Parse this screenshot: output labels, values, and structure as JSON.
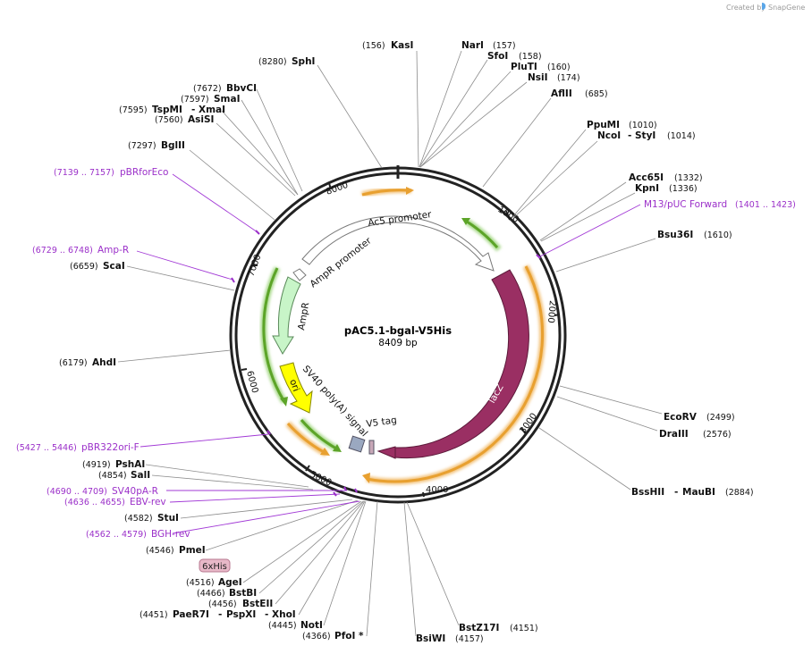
{
  "brand": {
    "created_by": "Created by",
    "product": "SnapGene"
  },
  "plasmid": {
    "name": "pAC5.1-bgal-V5His",
    "size": "8409 bp"
  },
  "ticks": [
    "1000",
    "2000",
    "3000",
    "4000",
    "5000",
    "6000",
    "7000",
    "8000"
  ],
  "features": {
    "ac5": "Ac5 promoter",
    "ampr_promoter": "AmpR promoter",
    "ampr": "AmpR",
    "ori": "ori",
    "sv40": "SV40 poly(A) signal",
    "v5": "V5 tag",
    "lacz": "lacZ"
  },
  "enzymes": [
    {
      "pos": "(156)",
      "name": "KasI"
    },
    {
      "pos": "(157)",
      "name": "NarI"
    },
    {
      "pos": "(158)",
      "name": "SfoI"
    },
    {
      "pos": "(160)",
      "name": "PluTI"
    },
    {
      "pos": "(174)",
      "name": "NsiI"
    },
    {
      "pos": "(685)",
      "name": "AflII"
    },
    {
      "pos": "(1010)",
      "name": "PpuMI"
    },
    {
      "pos": "(1014)",
      "name": "NcoI",
      "name2": "StyI"
    },
    {
      "pos": "(1332)",
      "name": "Acc65I"
    },
    {
      "pos": "(1336)",
      "name": "KpnI"
    },
    {
      "pos": "(1610)",
      "name": "Bsu36I"
    },
    {
      "pos": "(2499)",
      "name": "EcoRV"
    },
    {
      "pos": "(2576)",
      "name": "DraIII"
    },
    {
      "pos": "(2884)",
      "name": "BssHII",
      "name2": "MauBI"
    },
    {
      "pos": "(4151)",
      "name": "BstZ17I"
    },
    {
      "pos": "(4157)",
      "name": "BsiWI"
    },
    {
      "pos": "(4366)",
      "name": "PfoI *"
    },
    {
      "pos": "(4445)",
      "name": "NotI"
    },
    {
      "pos": "(4451)",
      "name": "PaeR7I",
      "name2": "PspXI",
      "name3": "XhoI"
    },
    {
      "pos": "(4456)",
      "name": "BstEII"
    },
    {
      "pos": "(4466)",
      "name": "BstBI"
    },
    {
      "pos": "(4516)",
      "name": "AgeI"
    },
    {
      "pos": "(4546)",
      "name": "PmeI"
    },
    {
      "pos": "(4582)",
      "name": "StuI"
    },
    {
      "pos": "(4854)",
      "name": "SalI"
    },
    {
      "pos": "(4919)",
      "name": "PshAI"
    },
    {
      "pos": "(6179)",
      "name": "AhdI"
    },
    {
      "pos": "(6659)",
      "name": "ScaI"
    },
    {
      "pos": "(7297)",
      "name": "BglII"
    },
    {
      "pos": "(7560)",
      "name": "AsiSI"
    },
    {
      "pos": "(7595)",
      "name": "TspMI",
      "name2": "XmaI"
    },
    {
      "pos": "(7597)",
      "name": "SmaI"
    },
    {
      "pos": "(7672)",
      "name": "BbvCI"
    },
    {
      "pos": "(8280)",
      "name": "SphI"
    }
  ],
  "primers": [
    {
      "name": "M13/pUC Forward",
      "pos": "(1401 .. 1423)"
    },
    {
      "name": "pBRforEco",
      "pos": "(7139 .. 7157)"
    },
    {
      "name": "Amp-R",
      "pos": "(6729 .. 6748)"
    },
    {
      "name": "pBR322ori-F",
      "pos": "(5427 .. 5446)"
    },
    {
      "name": "SV40pA-R",
      "pos": "(4690 .. 4709)"
    },
    {
      "name": "EBV-rev",
      "pos": "(4636 .. 4655)"
    },
    {
      "name": "BGH-rev",
      "pos": "(4562 .. 4579)"
    }
  ],
  "tags": {
    "his": "6xHis"
  },
  "colors": {
    "backbone": "#222222",
    "lacz": "#9a2f63",
    "ori": "#ffff00",
    "ampr": "#c8f5c8",
    "orf_orange": "#e8a030",
    "orf_green": "#5ca428",
    "primer": "#9b30c9",
    "his_tag": "#e8b8c8",
    "v5": "#9aa8c0"
  }
}
